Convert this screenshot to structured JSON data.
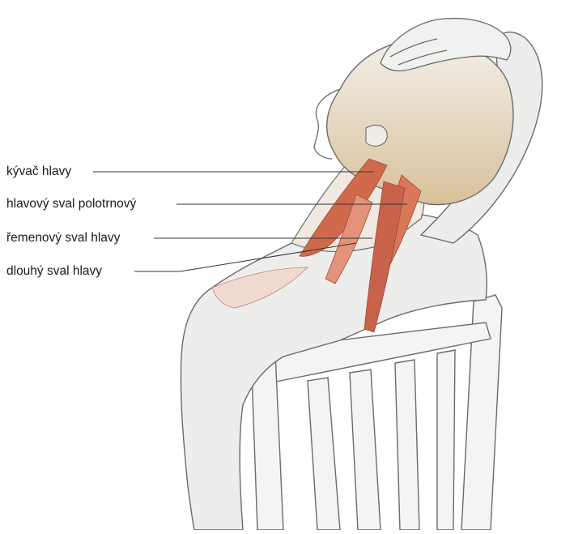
{
  "labels": [
    {
      "text": "kývač hlavy",
      "muscle": "sternocleidomastoid"
    },
    {
      "text": "hlavový sval polotrnový",
      "muscle": "semispinalis-capitis"
    },
    {
      "text": "řemenový sval hlavy",
      "muscle": "splenius-capitis"
    },
    {
      "text": "dlouhý sval hlavy",
      "muscle": "longus-capitis"
    }
  ],
  "colors": {
    "muscle": "#c8674a",
    "muscle_light": "#e08a6c",
    "outline": "#6b6b6b",
    "skin": "#ecebea",
    "hair": "#d9c9a8",
    "leader": "#333333"
  }
}
